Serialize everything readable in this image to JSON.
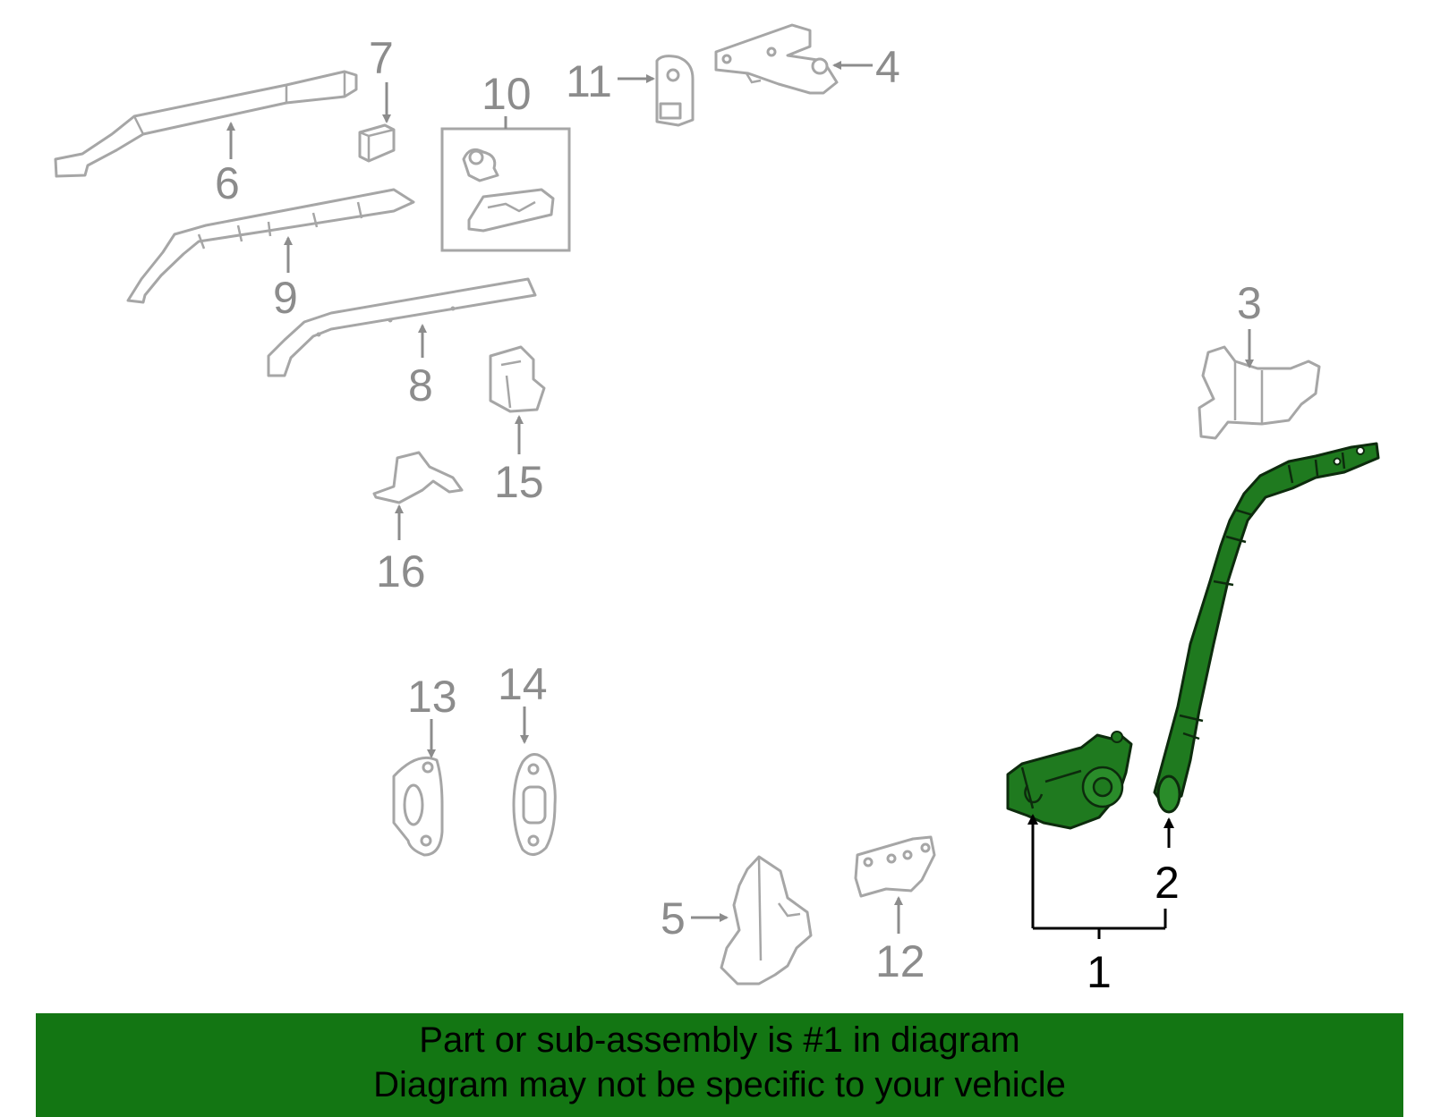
{
  "colors": {
    "highlight_fill": "#1f7a1f",
    "highlight_stroke": "#0d2b0d",
    "ghost_stroke": "#a6a6a6",
    "callout_gray": "#8c8c8c",
    "banner_bg": "#137613"
  },
  "callouts": {
    "c1": "1",
    "c2": "2",
    "c3": "3",
    "c4": "4",
    "c5": "5",
    "c6": "6",
    "c7": "7",
    "c8": "8",
    "c9": "9",
    "c10": "10",
    "c11": "11",
    "c12": "12",
    "c13": "13",
    "c14": "14",
    "c15": "15",
    "c16": "16"
  },
  "highlighted_part": "1",
  "banner": {
    "line1": "Part or sub-assembly is #1 in diagram",
    "line2": "Diagram may not be specific to your vehicle"
  }
}
